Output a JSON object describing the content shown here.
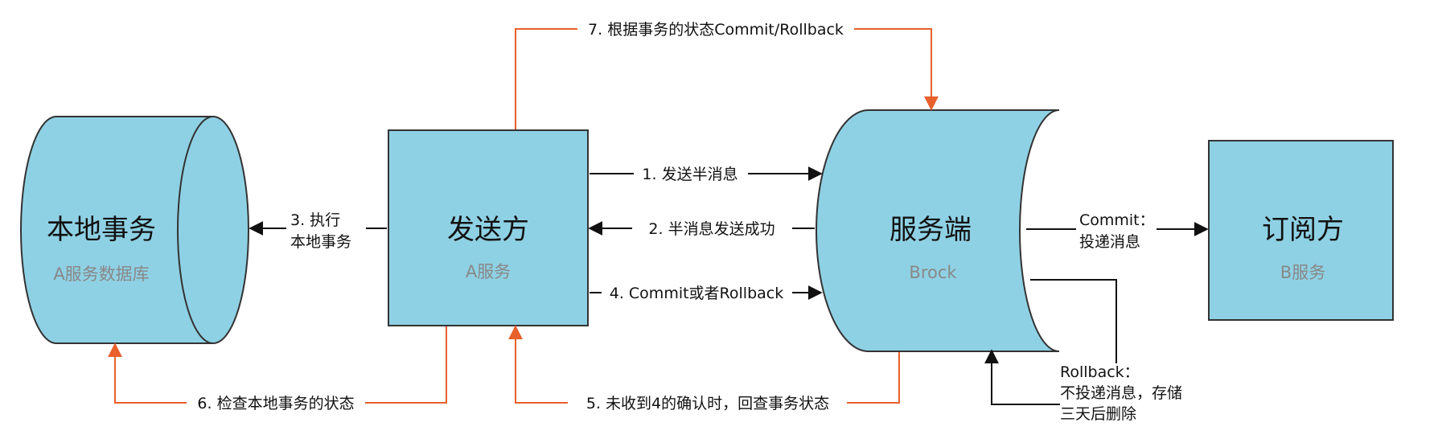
{
  "colors": {
    "node_fill": "#8fd1e4",
    "node_stroke": "#333333",
    "arrow_black": "#111111",
    "arrow_orange": "#e8602c",
    "title_text": "#111111",
    "subtitle_text": "#888888"
  },
  "nodes": {
    "local_tx": {
      "title": "本地事务",
      "subtitle": "A服务数据库",
      "shape": "horizontal-cylinder"
    },
    "sender": {
      "title": "发送方",
      "subtitle": "A服务",
      "shape": "rectangle"
    },
    "server": {
      "title": "服务端",
      "subtitle": "Brock",
      "shape": "stored-data"
    },
    "subscriber": {
      "title": "订阅方",
      "subtitle": "B服务",
      "shape": "rectangle"
    }
  },
  "edges": {
    "e1": {
      "label": "1. 发送半消息"
    },
    "e2": {
      "label": "2. 半消息发送成功"
    },
    "e3": {
      "label_line1": "3. 执行",
      "label_line2": "本地事务"
    },
    "e4": {
      "label": "4. Commit或者Rollback"
    },
    "e5": {
      "label": "5. 未收到4的确认时，回查事务状态"
    },
    "e6": {
      "label": "6. 检查本地事务的状态"
    },
    "e7": {
      "label": "7. 根据事务的状态Commit/Rollback"
    },
    "commit": {
      "label_line1": "Commit：",
      "label_line2": "投递消息"
    },
    "rollback": {
      "label_line1": "Rollback：",
      "label_line2": "不投递消息，存储",
      "label_line3": "三天后删除"
    }
  }
}
